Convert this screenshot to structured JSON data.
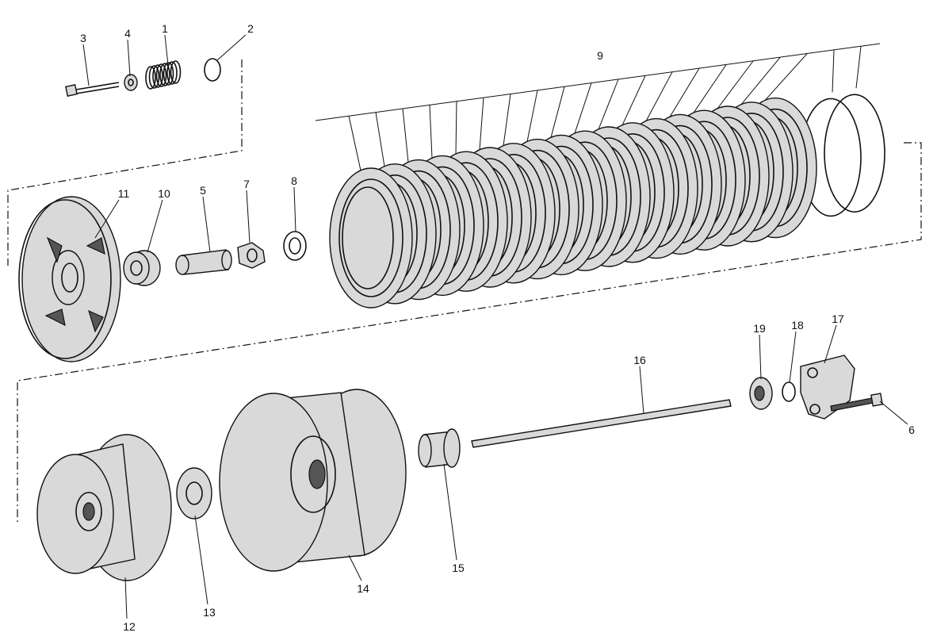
{
  "diagram": {
    "title": "Clutch exploded view",
    "callouts": {
      "c1": "1",
      "c2": "2",
      "c3": "3",
      "c4": "4",
      "c5": "5",
      "c6": "6",
      "c7": "7",
      "c8": "8",
      "c9": "9",
      "c10": "10",
      "c11": "11",
      "c12": "12",
      "c13": "13",
      "c14": "14",
      "c15": "15",
      "c16": "16",
      "c17": "17",
      "c18": "18",
      "c19": "19"
    },
    "plate_count": 20
  }
}
